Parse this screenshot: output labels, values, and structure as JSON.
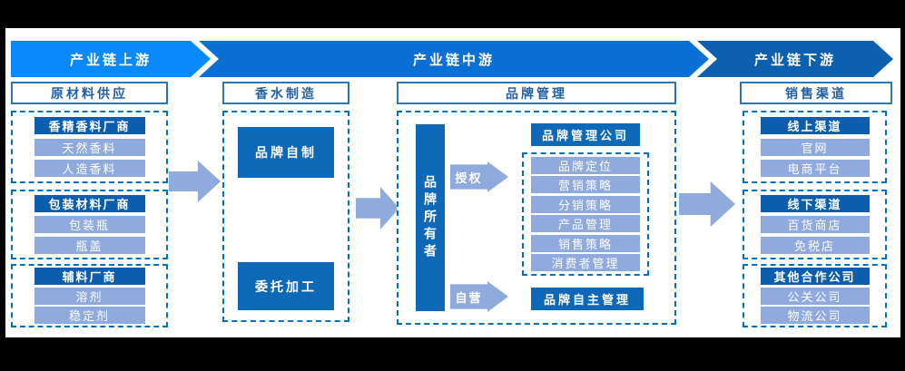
{
  "banner": {
    "segments": [
      {
        "label": "产业链上游",
        "color": "#0989fa"
      },
      {
        "label": "产业链中游",
        "color": "#0b70d6"
      },
      {
        "label": "产业链下游",
        "color": "#0d5fb0"
      }
    ]
  },
  "columns": [
    {
      "header": "原材料供应",
      "groups": [
        {
          "title": "香精香料厂商",
          "items": [
            "天然香料",
            "人造香料"
          ]
        },
        {
          "title": "包装材料厂商",
          "items": [
            "包装瓶",
            "瓶盖"
          ]
        },
        {
          "title": "辅料厂商",
          "items": [
            "溶剂",
            "稳定剂"
          ]
        }
      ]
    },
    {
      "header": "香水制造",
      "boxes": [
        "品牌自制",
        "委托加工"
      ]
    },
    {
      "header": "品牌管理",
      "owner": "品牌所有者",
      "paths": [
        {
          "arrow": "授权",
          "target": "品牌管理公司",
          "functions": [
            "品牌定位",
            "营销策略",
            "分销策略",
            "产品管理",
            "销售策略",
            "消费者管理"
          ]
        },
        {
          "arrow": "自营",
          "target": "品牌自主管理"
        }
      ]
    },
    {
      "header": "销售渠道",
      "groups": [
        {
          "title": "线上渠道",
          "items": [
            "官网",
            "电商平台"
          ]
        },
        {
          "title": "线下渠道",
          "items": [
            "百货商店",
            "免税店"
          ]
        },
        {
          "title": "其他合作公司",
          "items": [
            "公关公司",
            "物流公司"
          ]
        }
      ]
    }
  ],
  "colors": {
    "banner_upstream": "#0989fa",
    "banner_midstream": "#0b70d6",
    "banner_downstream": "#0d5fb0",
    "dark_item_box": "#0b5dae",
    "medium_box": "#0e68b8",
    "light_item_box": "#8faadc",
    "dashed_border": "#0070c0",
    "header_border": "#2e75b6",
    "frame": "#000000"
  }
}
